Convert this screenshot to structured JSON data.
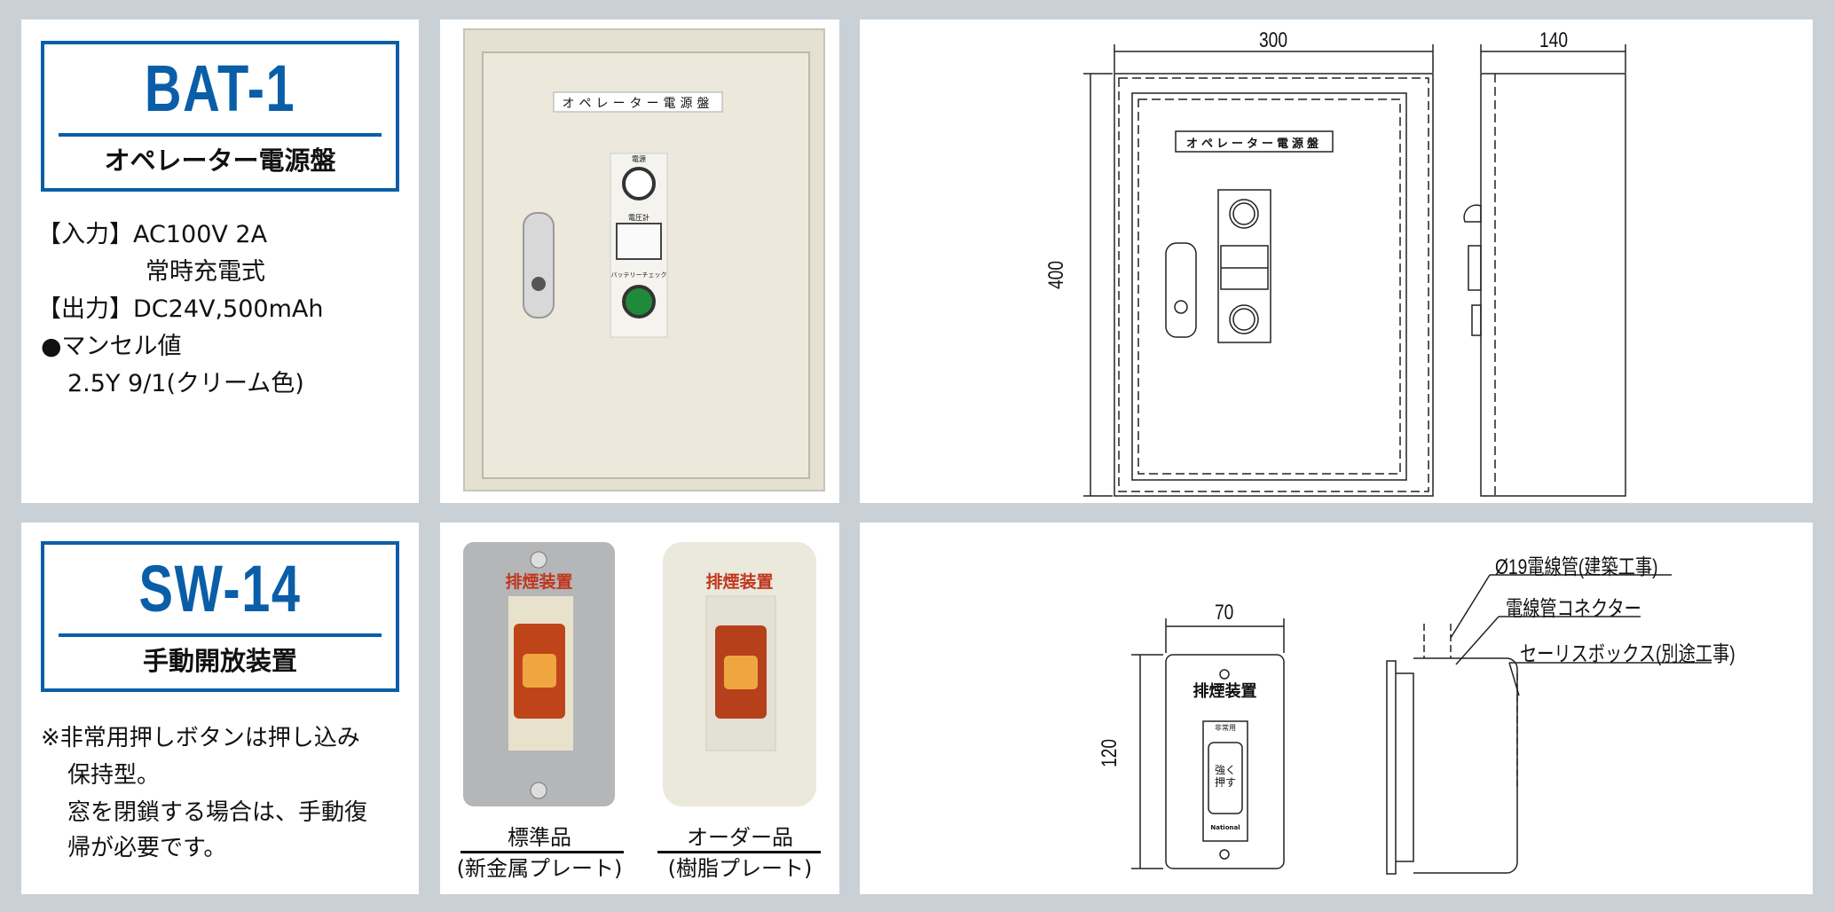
{
  "bat1": {
    "model": "BAT-1",
    "name": "オペレーター電源盤",
    "specs": [
      "【入力】AC100V 2A",
      "常時充電式",
      "【出力】DC24V,500mAh",
      "●マンセル値",
      "2.5Y 9/1(クリーム色)"
    ],
    "photo_label": "オペレーター電源盤",
    "panel_labels": {
      "power": "電源",
      "voltmeter": "電圧計",
      "battery_check": "バッテリーチェック"
    },
    "drawing": {
      "width": "300",
      "depth": "140",
      "height": "400"
    }
  },
  "sw14": {
    "model": "SW-14",
    "name": "手動開放装置",
    "notes": [
      "※非常用押しボタンは押し込み",
      "保持型。",
      "窓を閉鎖する場合は、手動復",
      "帰が必要です。"
    ],
    "plate_label": "排煙装置",
    "products": [
      {
        "title": "標準品",
        "subtitle": "(新金属プレート)"
      },
      {
        "title": "オーダー品",
        "subtitle": "(樹脂プレート)"
      }
    ],
    "drawing": {
      "width": "70",
      "height": "120",
      "plate_small": "非常用",
      "button": "強く押す",
      "brand": "National",
      "callouts": [
        "Ø19電線管(建築工事)",
        "電線管コネクター",
        "セーリスボックス(別途工事)"
      ]
    }
  },
  "colors": {
    "accent": "#0a5ea8",
    "background": "#c9d0d6",
    "cream": "#ebe8dc"
  }
}
